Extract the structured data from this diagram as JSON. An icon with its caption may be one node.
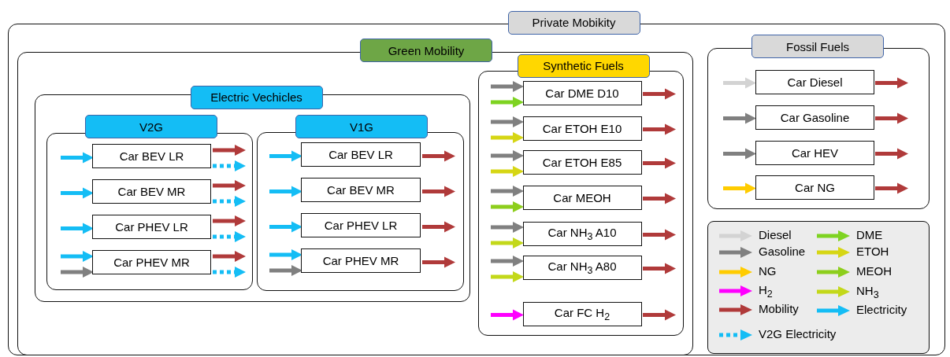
{
  "diagram": {
    "nodes": [
      {
        "text": [
          "Private Mobikity"
        ]
      },
      {
        "text": [
          "Green Mobility"
        ],
        "in": 0
      },
      {
        "text": [
          "Electric Vechicles"
        ],
        "in": 1
      },
      {
        "text": [
          "V2G"
        ],
        "in": 2
      },
      {
        "text": [
          "Car BEV LR"
        ],
        "in": 3
      },
      {
        "text": [
          "Car BEV MR"
        ],
        "in": 3
      },
      {
        "text": [
          "Car PHEV LR"
        ],
        "in": 3
      },
      {
        "text": [
          "Car PHEV MR"
        ],
        "in": 3
      },
      {
        "text": [
          "V1G"
        ],
        "in": 2
      },
      {
        "text": [
          "Car BEV LR"
        ],
        "in": 8
      },
      {
        "text": [
          "Car BEV MR"
        ],
        "in": 8
      },
      {
        "text": [
          "Car PHEV LR"
        ],
        "in": 8
      },
      {
        "text": [
          "Car PHEV MR"
        ],
        "in": 8
      },
      {
        "text": [
          "Synthetic Fuels"
        ],
        "in": 1
      },
      {
        "text": [
          "Car DME D10"
        ],
        "in": 13
      },
      {
        "text": [
          "Car ETOH E10"
        ],
        "in": 13
      },
      {
        "text": [
          "Car ETOH E85"
        ],
        "in": 13
      },
      {
        "text": [
          "Car MEOH"
        ],
        "in": 13
      },
      {
        "text": [
          "Car NH$_{3}$ A10"
        ],
        "in": 13
      },
      {
        "text": [
          "Car NH$_{3}$ A80"
        ],
        "in": 13
      },
      {
        "text": [
          "Car FC H$_{2}$"
        ],
        "in": 13
      },
      {
        "text": [
          "Fossil Fuels"
        ],
        "in": 0
      },
      {
        "text": [
          "Car Diesel"
        ],
        "in": 21
      },
      {
        "text": [
          "Car Gasoline"
        ],
        "in": 21
      },
      {
        "text": [
          "Car HEV"
        ],
        "in": 21
      },
      {
        "text": [
          "Car NG"
        ],
        "in": 21
      }
    ],
    "edges": [
      {
        "from": null,
        "to": 4,
        "arrow": "to",
        "color": "#14bdf5"
      },
      {
        "from": null,
        "to": 5,
        "arrow": "to",
        "color": "#14bdf5"
      },
      {
        "from": null,
        "to": 6,
        "arrow": "to",
        "color": "#14bdf5"
      },
      {
        "from": null,
        "to": 7,
        "arrow": "to",
        "color": "#14bdf5"
      },
      {
        "from": null,
        "to": 7,
        "arrow": "to",
        "color": "#808080"
      },
      {
        "from": 4,
        "to": null,
        "arrow": "to",
        "color": "#b03a3a"
      },
      {
        "from": 4,
        "to": null,
        "arrow": "to",
        "style": "dashed",
        "color": "#14bdf5"
      },
      {
        "from": 5,
        "to": null,
        "arrow": "to",
        "color": "#b03a3a"
      },
      {
        "from": 5,
        "to": null,
        "arrow": "to",
        "style": "dashed",
        "color": "#14bdf5"
      },
      {
        "from": 6,
        "to": null,
        "arrow": "to",
        "color": "#b03a3a"
      },
      {
        "from": 6,
        "to": null,
        "arrow": "to",
        "style": "dashed",
        "color": "#14bdf5"
      },
      {
        "from": 7,
        "to": null,
        "arrow": "to",
        "color": "#b03a3a"
      },
      {
        "from": 7,
        "to": null,
        "arrow": "to",
        "style": "dashed",
        "color": "#14bdf5"
      },
      {
        "from": null,
        "to": 9,
        "arrow": "to",
        "color": "#14bdf5"
      },
      {
        "from": null,
        "to": 10,
        "arrow": "to",
        "color": "#14bdf5"
      },
      {
        "from": null,
        "to": 11,
        "arrow": "to",
        "color": "#14bdf5"
      },
      {
        "from": null,
        "to": 12,
        "arrow": "to",
        "color": "#14bdf5"
      },
      {
        "from": null,
        "to": 12,
        "arrow": "to",
        "color": "#808080"
      },
      {
        "from": 9,
        "to": null,
        "arrow": "to",
        "color": "#b03a3a"
      },
      {
        "from": 10,
        "to": null,
        "arrow": "to",
        "color": "#b03a3a"
      },
      {
        "from": 11,
        "to": null,
        "arrow": "to",
        "color": "#b03a3a"
      },
      {
        "from": 12,
        "to": null,
        "arrow": "to",
        "color": "#b03a3a"
      },
      {
        "from": null,
        "to": 14,
        "arrow": "to",
        "color": "#808080"
      },
      {
        "from": null,
        "to": 14,
        "arrow": "to",
        "color": "#7ed321"
      },
      {
        "from": null,
        "to": 15,
        "arrow": "to",
        "color": "#808080"
      },
      {
        "from": null,
        "to": 15,
        "arrow": "to",
        "color": "#d6d614"
      },
      {
        "from": null,
        "to": 16,
        "arrow": "to",
        "color": "#808080"
      },
      {
        "from": null,
        "to": 16,
        "arrow": "to",
        "color": "#d6d614"
      },
      {
        "from": null,
        "to": 17,
        "arrow": "to",
        "color": "#808080"
      },
      {
        "from": null,
        "to": 17,
        "arrow": "to",
        "color": "#8dce1c"
      },
      {
        "from": null,
        "to": 18,
        "arrow": "to",
        "color": "#808080"
      },
      {
        "from": null,
        "to": 18,
        "arrow": "to",
        "color": "#c3d81a"
      },
      {
        "from": null,
        "to": 19,
        "arrow": "to",
        "color": "#808080"
      },
      {
        "from": null,
        "to": 19,
        "arrow": "to",
        "color": "#c3d81a"
      },
      {
        "from": null,
        "to": 20,
        "arrow": "to",
        "color": "#ff00ff"
      },
      {
        "from": 14,
        "to": null,
        "arrow": "to",
        "color": "#b03a3a"
      },
      {
        "from": 15,
        "to": null,
        "arrow": "to",
        "color": "#b03a3a"
      },
      {
        "from": 16,
        "to": null,
        "arrow": "to",
        "color": "#b03a3a"
      },
      {
        "from": 17,
        "to": null,
        "arrow": "to",
        "color": "#b03a3a"
      },
      {
        "from": 18,
        "to": null,
        "arrow": "to",
        "color": "#b03a3a"
      },
      {
        "from": 19,
        "to": null,
        "arrow": "to",
        "color": "#b03a3a"
      },
      {
        "from": 20,
        "to": null,
        "arrow": "to",
        "color": "#b03a3a"
      },
      {
        "from": null,
        "to": 22,
        "arrow": "to",
        "color": "#d3d3d3"
      },
      {
        "from": null,
        "to": 23,
        "arrow": "to",
        "color": "#808080"
      },
      {
        "from": null,
        "to": 24,
        "arrow": "to",
        "color": "#808080"
      },
      {
        "from": null,
        "to": 25,
        "arrow": "to",
        "color": "#ffcc00"
      },
      {
        "from": 22,
        "to": null,
        "arrow": "to",
        "color": "#b03a3a"
      },
      {
        "from": 23,
        "to": null,
        "arrow": "to",
        "color": "#b03a3a"
      },
      {
        "from": 24,
        "to": null,
        "arrow": "to",
        "color": "#b03a3a"
      },
      {
        "from": 25,
        "to": null,
        "arrow": "to",
        "color": "#b03a3a"
      }
    ],
    "legend": [
      {
        "text": "Diesel",
        "color": "#d3d3d3"
      },
      {
        "text": "DME",
        "color": "#7ed321"
      },
      {
        "text": "Gasoline",
        "color": "#808080"
      },
      {
        "text": "ETOH",
        "color": "#d6d614"
      },
      {
        "text": "NG",
        "color": "#ffcc00"
      },
      {
        "text": "MEOH",
        "color": "#8dce1c"
      },
      {
        "text": "H$_{2}$",
        "color": "#ff00ff"
      },
      {
        "text": "NH$_{3}$",
        "color": "#c3d81a"
      },
      {
        "text": "Mobility",
        "color": "#b03a3a"
      },
      {
        "text": "Electricity",
        "color": "#14bdf5"
      },
      {
        "text": "V2G Electricity",
        "color": "#14bdf5"
      }
    ]
  }
}
